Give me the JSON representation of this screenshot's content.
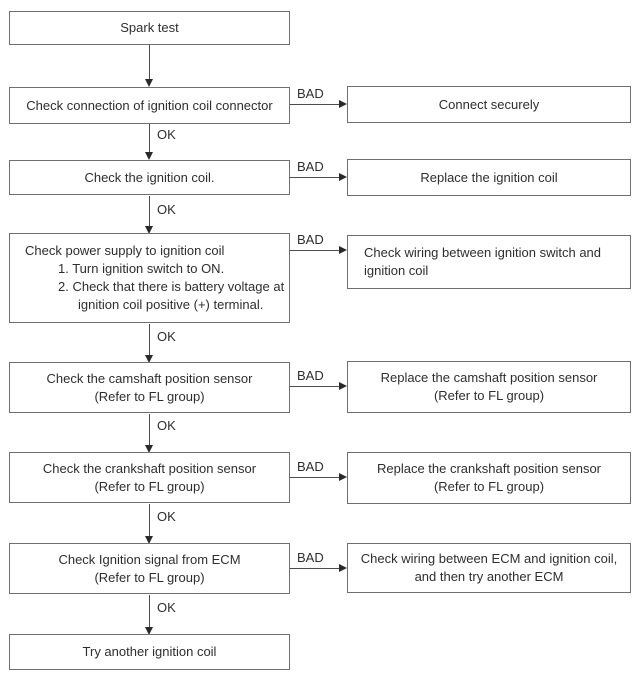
{
  "flowchart": {
    "start": {
      "label": "Spark test"
    },
    "rows": [
      {
        "step_lines": [
          "Check connection of ignition coil connector"
        ],
        "branch_label": "BAD",
        "result_lines": [
          "Connect securely"
        ],
        "ok_label": "OK"
      },
      {
        "step_lines": [
          "Check the ignition coil."
        ],
        "branch_label": "BAD",
        "result_lines": [
          "Replace the ignition coil"
        ],
        "ok_label": "OK"
      },
      {
        "step_lines": [
          "Check power supply to ignition coil",
          "1. Turn ignition switch to ON.",
          "2. Check that there is battery voltage at",
          "ignition coil positive (+) terminal."
        ],
        "branch_label": "BAD",
        "result_lines": [
          "Check wiring between ignition switch and",
          "ignition coil"
        ],
        "ok_label": "OK"
      },
      {
        "step_lines": [
          "Check the camshaft position sensor",
          "(Refer to FL group)"
        ],
        "branch_label": "BAD",
        "result_lines": [
          "Replace the camshaft position sensor",
          "(Refer to FL group)"
        ],
        "ok_label": "OK"
      },
      {
        "step_lines": [
          "Check the crankshaft position sensor",
          "(Refer to FL group)"
        ],
        "branch_label": "BAD",
        "result_lines": [
          "Replace the crankshaft position sensor",
          "(Refer to FL group)"
        ],
        "ok_label": "OK"
      },
      {
        "step_lines": [
          "Check Ignition signal from ECM",
          "(Refer to FL group)"
        ],
        "branch_label": "BAD",
        "result_lines": [
          "Check wiring between ECM and ignition coil,",
          "and then try another ECM"
        ],
        "ok_label": "OK"
      }
    ],
    "end": {
      "label": "Try another ignition coil"
    },
    "colors": {
      "border": "#6f6f6f",
      "text": "#2e2e2e",
      "line": "#4d4d4d",
      "arrow": "#2a2a2a",
      "background": "#ffffff"
    }
  }
}
